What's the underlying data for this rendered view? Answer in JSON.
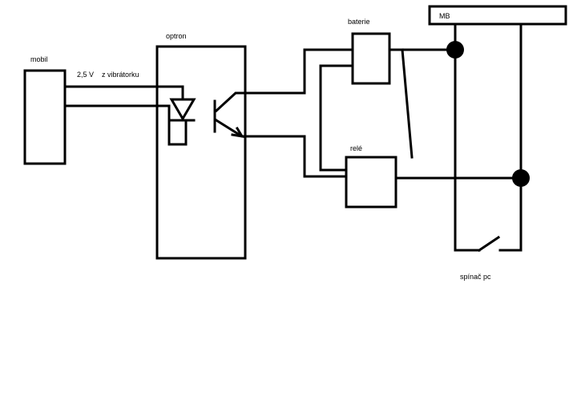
{
  "labels": {
    "mobil": "mobil",
    "voltage": "2,5 V",
    "source": "z vibrátorku",
    "optron": "optron",
    "baterie": "baterie",
    "rele": "relé",
    "mb": "MB",
    "spinac": "spínač pc"
  },
  "colors": {
    "line": "#000000",
    "background": "#ffffff"
  }
}
